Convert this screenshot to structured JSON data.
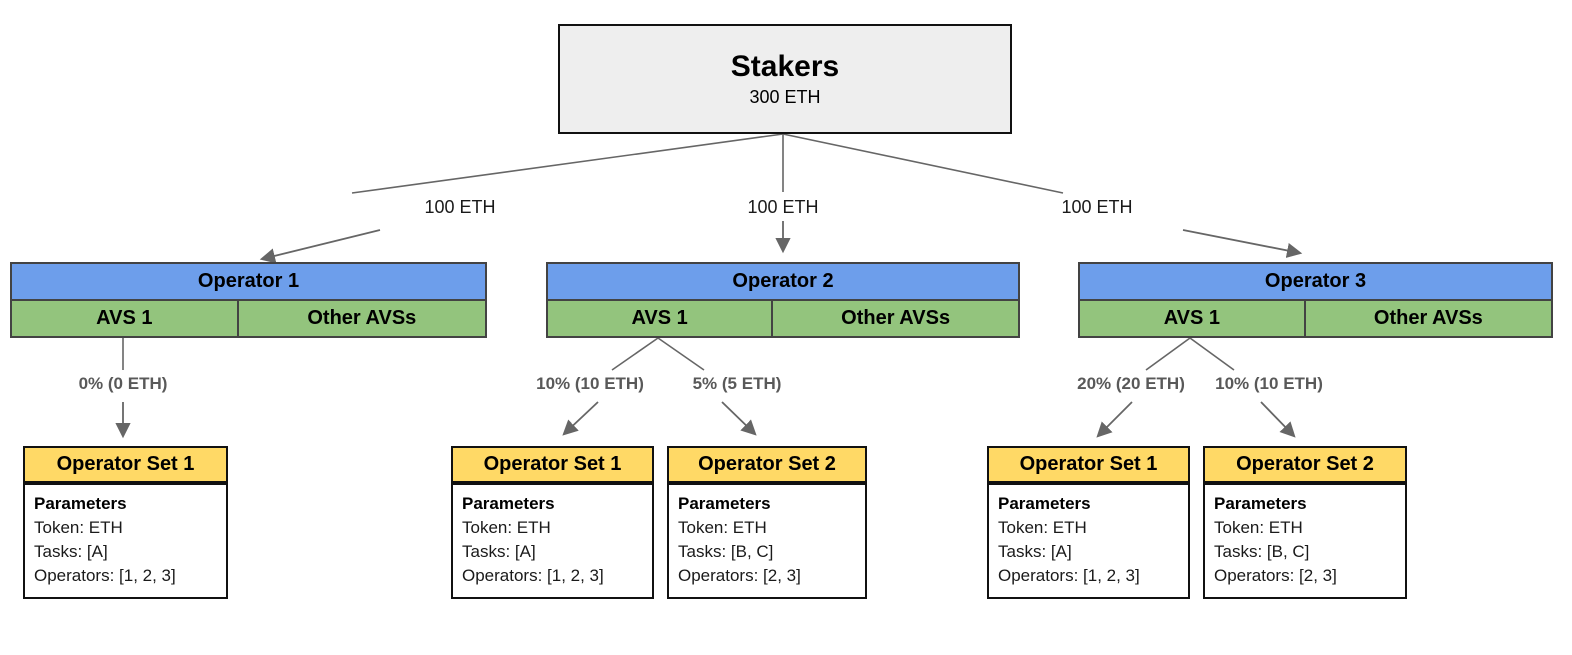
{
  "stakers": {
    "title": "Stakers",
    "amount": "300 ETH"
  },
  "distribution_labels": [
    "100 ETH",
    "100 ETH",
    "100 ETH"
  ],
  "operators": [
    {
      "title": "Operator 1",
      "avs1_label": "AVS 1",
      "other_label": "Other AVSs",
      "allocations": [
        {
          "label": "0% (0 ETH)"
        }
      ]
    },
    {
      "title": "Operator 2",
      "avs1_label": "AVS 1",
      "other_label": "Other AVSs",
      "allocations": [
        {
          "label": "10% (10 ETH)"
        },
        {
          "label": "5% (5 ETH)"
        }
      ]
    },
    {
      "title": "Operator 3",
      "avs1_label": "AVS 1",
      "other_label": "Other AVSs",
      "allocations": [
        {
          "label": "20% (20 ETH)"
        },
        {
          "label": "10% (10 ETH)"
        }
      ]
    }
  ],
  "operator_sets": [
    {
      "title": "Operator Set 1",
      "params_heading": "Parameters",
      "token_line": "Token: ETH",
      "tasks_line": "Tasks: [A]",
      "operators_line": "Operators: [1, 2, 3]"
    },
    {
      "title": "Operator Set 1",
      "params_heading": "Parameters",
      "token_line": "Token: ETH",
      "tasks_line": "Tasks: [A]",
      "operators_line": "Operators: [1, 2, 3]"
    },
    {
      "title": "Operator Set 2",
      "params_heading": "Parameters",
      "token_line": "Token: ETH",
      "tasks_line": "Tasks: [B, C]",
      "operators_line": "Operators: [2, 3]"
    },
    {
      "title": "Operator Set 1",
      "params_heading": "Parameters",
      "token_line": "Token: ETH",
      "tasks_line": "Tasks: [A]",
      "operators_line": "Operators: [1, 2, 3]"
    },
    {
      "title": "Operator Set 2",
      "params_heading": "Parameters",
      "token_line": "Token: ETH",
      "tasks_line": "Tasks: [B, C]",
      "operators_line": "Operators: [2, 3]"
    }
  ],
  "colors": {
    "operator_header_blue": "#6d9eeb",
    "avs_row_green": "#93c47d",
    "operator_set_yellow": "#ffd966",
    "stakers_gray": "#eeeeee",
    "connector_gray": "#666666",
    "table_border_gray": "#434343"
  }
}
